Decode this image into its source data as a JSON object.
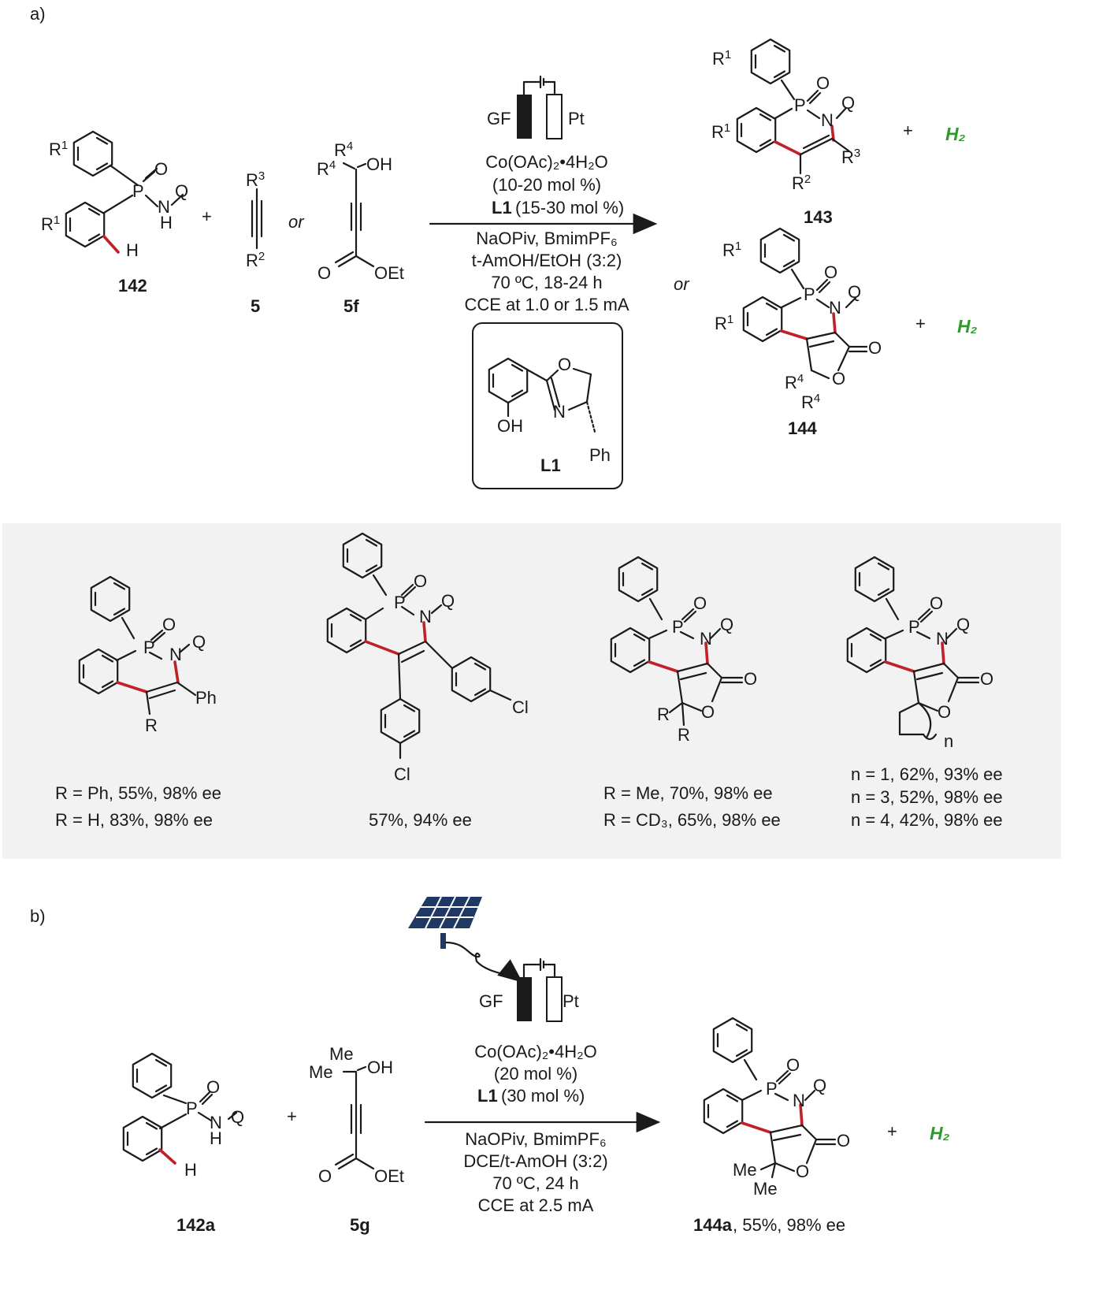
{
  "panel_a": {
    "label": "a)",
    "reagents": {
      "substrate": "142",
      "alkyne": "5",
      "or_text": "or",
      "alkynol": "5f",
      "electrode_left": "GF",
      "electrode_right": "Pt",
      "catalyst": "Co(OAc)₂•4H₂O",
      "catalyst_loading": "(10-20 mol %)",
      "ligand_name": "L1",
      "ligand_loading": "(15-30 mol %)",
      "base_additive": "NaOPiv, BmimPF₆",
      "solvent": "t-AmOH/EtOH (3:2)",
      "temp_time": "70 ºC, 18-24 h",
      "current": "CCE at 1.0 or 1.5 mA"
    },
    "products": {
      "p1": "143",
      "or_text": "or",
      "p2": "144",
      "plus": "+",
      "h2": "H₂"
    },
    "ligand_box": {
      "label": "L1",
      "oh": "OH",
      "o": "O",
      "n": "N",
      "ph": "Ph"
    }
  },
  "scope": {
    "items": [
      {
        "lines": [
          "R = Ph, 55%, 98% ee",
          "R = H, 83%, 98% ee"
        ]
      },
      {
        "lines": [
          "57%, 94% ee"
        ]
      },
      {
        "lines": [
          "R = Me, 70%, 98% ee",
          "R = CD₃, 65%, 98% ee"
        ]
      },
      {
        "lines": [
          "n = 1, 62%, 93% ee",
          "n = 3, 52%, 98% ee",
          "n = 4, 42%, 98% ee"
        ]
      }
    ]
  },
  "panel_b": {
    "label": "b)",
    "substrate": "142a",
    "alkynol": "5g",
    "plus": "+",
    "electrode_left": "GF",
    "electrode_right": "Pt",
    "catalyst": "Co(OAc)₂•4H₂O",
    "catalyst_loading": "(20 mol %)",
    "ligand_name": "L1",
    "ligand_loading": "(30 mol %)",
    "base_additive": "NaOPiv, BmimPF₆",
    "solvent": "DCE/t-AmOH (3:2)",
    "temp_time": "70 ºC, 24 h",
    "current": "CCE at 2.5 mA",
    "product": "144a",
    "product_yield": ", 55%, 98% ee",
    "h2": "H₂"
  }
}
